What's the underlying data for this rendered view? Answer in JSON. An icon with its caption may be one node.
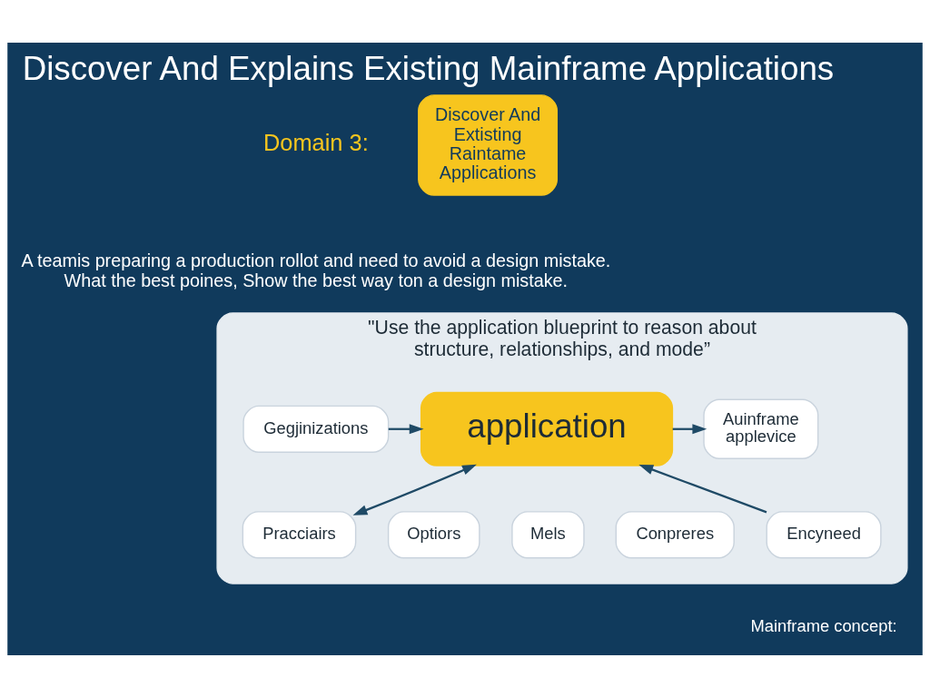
{
  "diagram": {
    "title": "Discover And Explains Existing Mainframe Applications",
    "nodes": [
      {
        "text": [
          "\"Use the application blueprint to reason about structure, relationships, and mode”"
        ]
      },
      {
        "text": [
          "Gegjinizations"
        ],
        "in": 0
      },
      {
        "text": [
          "application"
        ],
        "in": 0
      },
      {
        "text": [
          "Auinframe applevice"
        ],
        "in": 0
      },
      {
        "text": [
          "Pracciairs"
        ],
        "in": 0
      },
      {
        "text": [
          "Optiors"
        ],
        "in": 0
      },
      {
        "text": [
          "Mels"
        ],
        "in": 0
      },
      {
        "text": [
          "Conpreres"
        ],
        "in": 0
      },
      {
        "text": [
          "Encyneed"
        ],
        "in": 0
      },
      {
        "text": [
          "Discover And Extisting Raintame Applications"
        ]
      }
    ],
    "edges": [
      {
        "from": 1,
        "to": 2,
        "arrow": "to"
      },
      {
        "from": 2,
        "to": 3,
        "arrow": "to"
      },
      {
        "from": 2,
        "to": 4,
        "arrow": "both"
      },
      {
        "from": 8,
        "to": 2,
        "arrow": "to"
      }
    ],
    "labels": [
      "Domain 3:",
      "A teamis preparing a production rollot and need to avoid a design mistake. What the best poines, Show the best way ton a design mistake.",
      "Mainframe concept:"
    ]
  }
}
